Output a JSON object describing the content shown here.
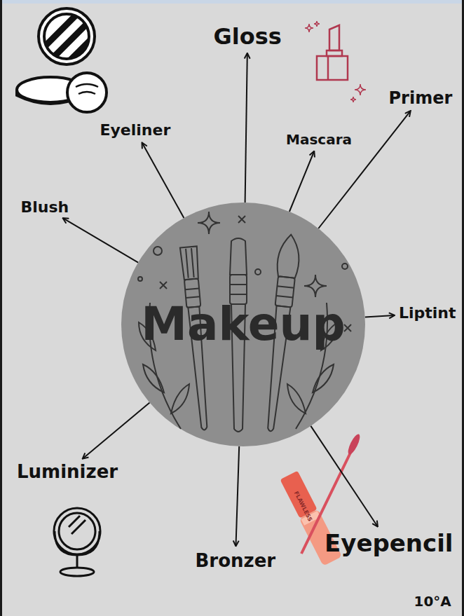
{
  "diagram": {
    "nodes": [
      {
        "text": [
          "Gloss"
        ]
      },
      {
        "text": [
          "Primer"
        ]
      },
      {
        "text": [
          "Eyeliner"
        ]
      },
      {
        "text": [
          "Mascara"
        ]
      },
      {
        "text": [
          "Blush"
        ]
      },
      {
        "text": [
          "Makeup"
        ]
      },
      {
        "text": [
          "Liptint"
        ]
      },
      {
        "text": [
          "Luminizer"
        ]
      },
      {
        "text": [
          "Eyepencil"
        ]
      },
      {
        "text": [
          "Bronzer"
        ]
      }
    ],
    "edges": [
      {
        "from": 5,
        "to": 0,
        "arrow": "to"
      },
      {
        "from": 5,
        "to": 1,
        "arrow": "to"
      },
      {
        "from": 5,
        "to": 2,
        "arrow": "to"
      },
      {
        "from": 5,
        "to": 3,
        "arrow": "to"
      },
      {
        "from": 5,
        "to": 4,
        "arrow": "to"
      },
      {
        "from": 5,
        "to": 6,
        "arrow": "to"
      },
      {
        "from": 5,
        "to": 7,
        "arrow": "to"
      },
      {
        "from": 5,
        "to": 8,
        "arrow": "to"
      },
      {
        "from": 5,
        "to": 9,
        "arrow": "to"
      }
    ],
    "labels": [
      "10°A",
      "FLAWLESS"
    ]
  }
}
